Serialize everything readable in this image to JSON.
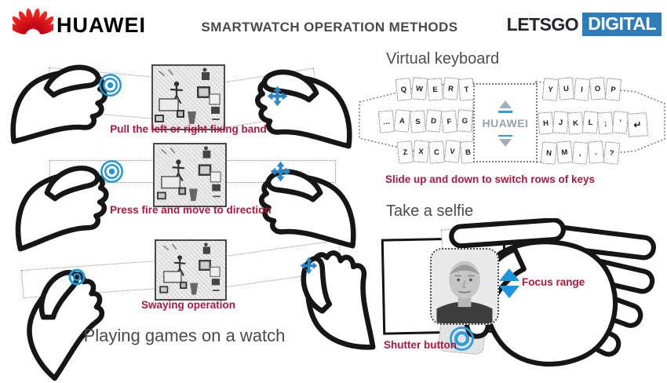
{
  "header": {
    "huawei_text": "HUAWEI",
    "title": "SMARTWATCH OPERATION METHODS",
    "letsgo": "LETSGO",
    "digital": "DIGITAL"
  },
  "colors": {
    "caption_red": "#b0173f",
    "icon_blue": "#2196d6",
    "digital_blue": "#2e7cba",
    "huawei_red": "#e2001a",
    "heading_gray": "#4c4c4c"
  },
  "icons": {
    "tap_icon": "ripple-circles",
    "move_icon": "four-way-arrows",
    "slide_icon": "up-down-arrows",
    "focus_icon": "up-down-triangles",
    "shutter_icon": "concentric-circles"
  },
  "games": {
    "rows": [
      {
        "caption": "Pull the left or right fixing band"
      },
      {
        "caption": "Press fire and move to direction"
      },
      {
        "caption": "Swaying operation"
      }
    ],
    "footer": "Playing games on a watch"
  },
  "keyboard": {
    "heading": "Virtual keyboard",
    "watch_label": "HUAWEI",
    "caption": "Slide up and down to switch rows of keys",
    "left_rows": [
      [
        "Q",
        "W",
        "E",
        "R",
        "T"
      ],
      [
        "…",
        "A",
        "S",
        "D",
        "F",
        "G"
      ],
      [
        "Z",
        "X",
        "C",
        "V",
        "B"
      ]
    ],
    "right_rows": [
      [
        "Y",
        "U",
        "I",
        "O",
        "P"
      ],
      [
        "H",
        "J",
        "K",
        "L",
        ";",
        "'",
        "↵"
      ],
      [
        "N",
        "M",
        ",",
        ".",
        "?"
      ]
    ]
  },
  "selfie": {
    "heading": "Take a selfie",
    "focus_label": "Focus range",
    "shutter_label": "Shutter button"
  }
}
